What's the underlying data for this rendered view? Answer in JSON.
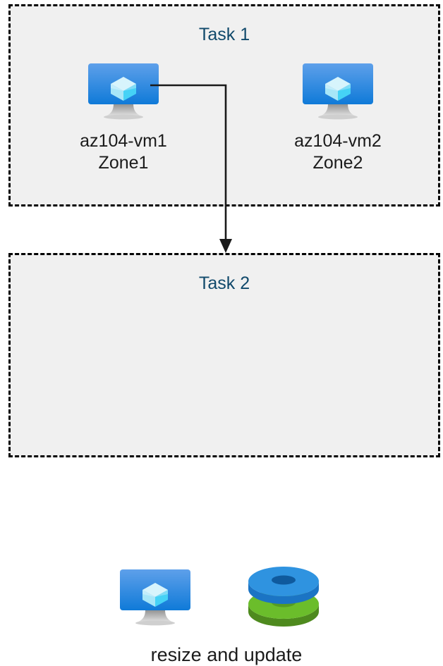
{
  "diagram": {
    "title": "Azure VM task flow diagram",
    "background_color": "#ffffff",
    "box_fill_color": "#f0f0f0",
    "box_border_color": "#000000",
    "title_color": "#10496b",
    "label_color": "#1b1b1b",
    "connector_color": "#000000"
  },
  "task1": {
    "title": "Task 1",
    "nodes": [
      {
        "icon": "virtual-machine-icon",
        "name_line1": "az104-vm1",
        "name_line2": "Zone1",
        "label": "az104-vm1\nZone1"
      },
      {
        "icon": "virtual-machine-icon",
        "name_line1": "az104-vm2",
        "name_line2": "Zone2",
        "label": "az104-vm2\nZone2"
      }
    ]
  },
  "task2": {
    "title": "Task 2",
    "nodes": [
      {
        "icon": "virtual-machine-icon"
      },
      {
        "icon": "managed-disks-icon"
      }
    ],
    "caption": "resize and update"
  },
  "connector": {
    "from": "az104-vm1",
    "to": "Task 2",
    "arrow": "down-arrow"
  },
  "colors": {
    "vm_screen_top": "#5ea0ea",
    "vm_screen_bottom": "#0f7ad8",
    "vm_cube_light": "#c7f0fb",
    "vm_cube_mid": "#9fe4f8",
    "vm_cube_dark": "#3fd0f5",
    "vm_stand": "#b3b3b3",
    "disk_blue_top": "#2f93e0",
    "disk_blue_side": "#1b74c4",
    "disk_blue_hole": "#0f5a9e",
    "disk_green_top": "#6bbd2b",
    "disk_green_side": "#4e8a1e",
    "disk_green_hole": "#569c22"
  }
}
